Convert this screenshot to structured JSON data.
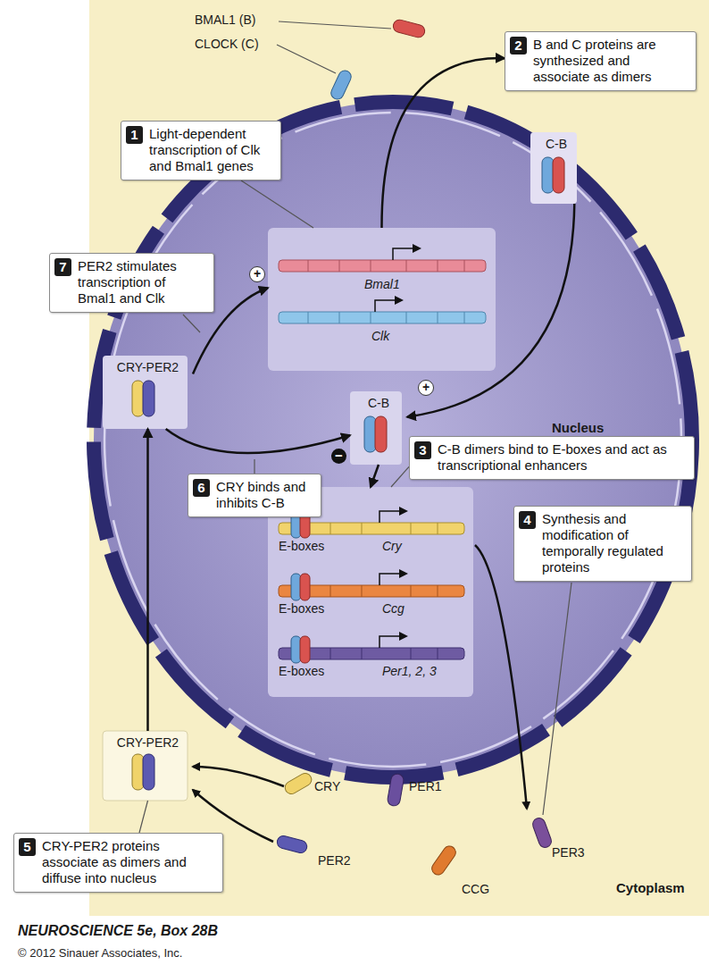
{
  "diagram": {
    "caption": "NEUROSCIENCE 5e, Box 28B",
    "nodes": [
      {
        "text": [
          "2",
          "B and C proteins are synthesized and associate as dimers"
        ]
      },
      {
        "text": [
          "1",
          "Light-dependent transcription of Clk and Bmal1 genes"
        ]
      },
      {
        "text": [
          "Bmal1",
          "Clk"
        ]
      },
      {
        "text": [
          "7",
          "PER2 stimulates transcription of Bmal1 and Clk"
        ]
      },
      {
        "text": [
          "CRY-PER2"
        ]
      },
      {
        "text": [
          "C-B"
        ]
      },
      {
        "text": [
          "C-B"
        ]
      },
      {
        "text": [
          "6",
          "CRY binds and inhibits C-B"
        ]
      },
      {
        "text": [
          "3",
          "C-B dimers bind to E-boxes and act as transcriptional enhancers"
        ]
      },
      {
        "text": [
          "4",
          "Synthesis and modification of temporally regulated proteins"
        ]
      },
      {
        "text": [
          "E-boxes",
          "Cry",
          "E-boxes",
          "Ccg",
          "E-boxes",
          "Per1, 2, 3"
        ]
      },
      {
        "text": [
          "CRY-PER2"
        ]
      },
      {
        "text": [
          "5",
          "CRY-PER2 proteins associate as dimers and diffuse into nucleus"
        ]
      }
    ],
    "edges": [
      {
        "from": 2,
        "to": 0,
        "arrow": "to"
      },
      {
        "from": 5,
        "to": 6,
        "arrow": "to"
      },
      {
        "from": 4,
        "to": 2,
        "arrow": "to"
      },
      {
        "from": 4,
        "to": 6,
        "arrow": "to"
      },
      {
        "from": 6,
        "to": 10,
        "arrow": "to"
      },
      {
        "from": 11,
        "to": 4,
        "arrow": "to"
      },
      {
        "from": 1,
        "to": 2,
        "arrow": "none"
      },
      {
        "from": 8,
        "to": 10,
        "arrow": "none"
      },
      {
        "from": 12,
        "to": 11,
        "arrow": "none"
      }
    ],
    "labels": [
      "BMAL1 (B)",
      "CLOCK (C)",
      "+",
      "Nucleus",
      "+",
      "−",
      "CRY",
      "PER1",
      "PER3",
      "PER2",
      "CCG",
      "Cytoplasm",
      "© 2012 Sinauer Associates, Inc."
    ]
  }
}
